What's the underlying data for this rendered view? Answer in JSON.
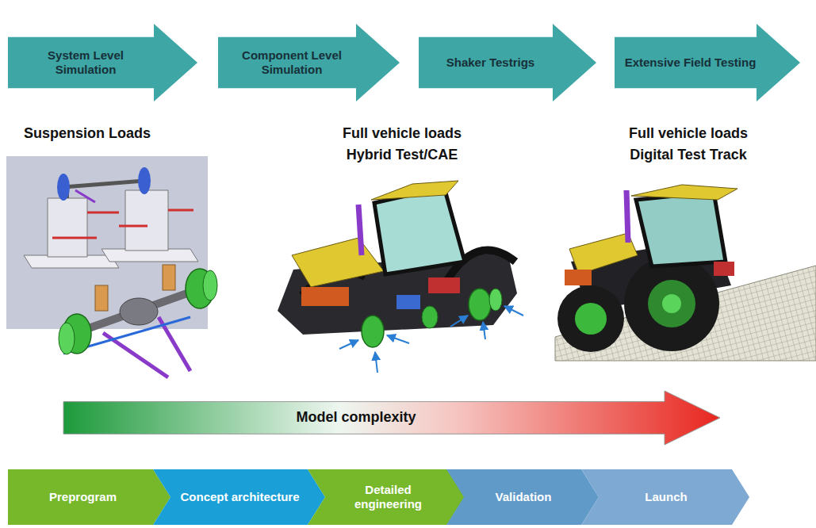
{
  "diagram": {
    "nodes": [
      {
        "text": [
          "System Level Simulation"
        ]
      },
      {
        "text": [
          "Component Level Simulation"
        ]
      },
      {
        "text": [
          "Shaker Testrigs"
        ]
      },
      {
        "text": [
          "Extensive Field Testing"
        ]
      },
      {
        "text": [
          "Model complexity"
        ]
      },
      {
        "text": [
          "Preprogram"
        ]
      },
      {
        "text": [
          "Concept architecture"
        ]
      },
      {
        "text": [
          "Detailed engineering"
        ]
      },
      {
        "text": [
          "Validation"
        ]
      },
      {
        "text": [
          "Launch"
        ]
      }
    ],
    "labels": [
      "Suspension Loads",
      "Full vehicle loads",
      "Hybrid Test/CAE",
      "Full vehicle loads",
      "Digital Test Track"
    ]
  }
}
